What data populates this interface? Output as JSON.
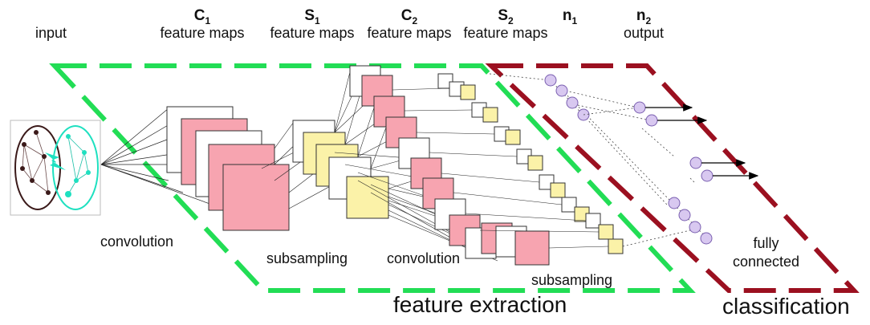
{
  "headers": {
    "input": "input",
    "c1": {
      "symbol": "C",
      "sub": "1",
      "text": "feature maps"
    },
    "s1": {
      "symbol": "S",
      "sub": "1",
      "text": "feature maps"
    },
    "c2": {
      "symbol": "C",
      "sub": "2",
      "text": "feature maps"
    },
    "s2": {
      "symbol": "S",
      "sub": "2",
      "text": "feature maps"
    },
    "n1": {
      "symbol": "n",
      "sub": "1"
    },
    "n2": {
      "symbol": "n",
      "sub": "2",
      "text": "output"
    }
  },
  "operations": {
    "conv1": "convolution",
    "sub1": "subsampling",
    "conv2": "convolution",
    "sub2": "subsampling",
    "fc_line1": "fully",
    "fc_line2": "connected"
  },
  "regions": {
    "feature_extraction": "feature extraction",
    "classification": "classification"
  },
  "colors": {
    "feature_extraction_border": "#22dd55",
    "classification_border": "#9b1020",
    "c_map_fill": "#f7a4b0",
    "s_map_fill": "#fbf2a8",
    "neuron_fill": "#d8c8f0",
    "neuron_stroke": "#7a5fb0",
    "brain_left": "#3b1a1a",
    "brain_right": "#1ee0c0"
  },
  "icons": {
    "input_image": "brain-network-icon",
    "output_arrow": "arrow-right-icon"
  }
}
